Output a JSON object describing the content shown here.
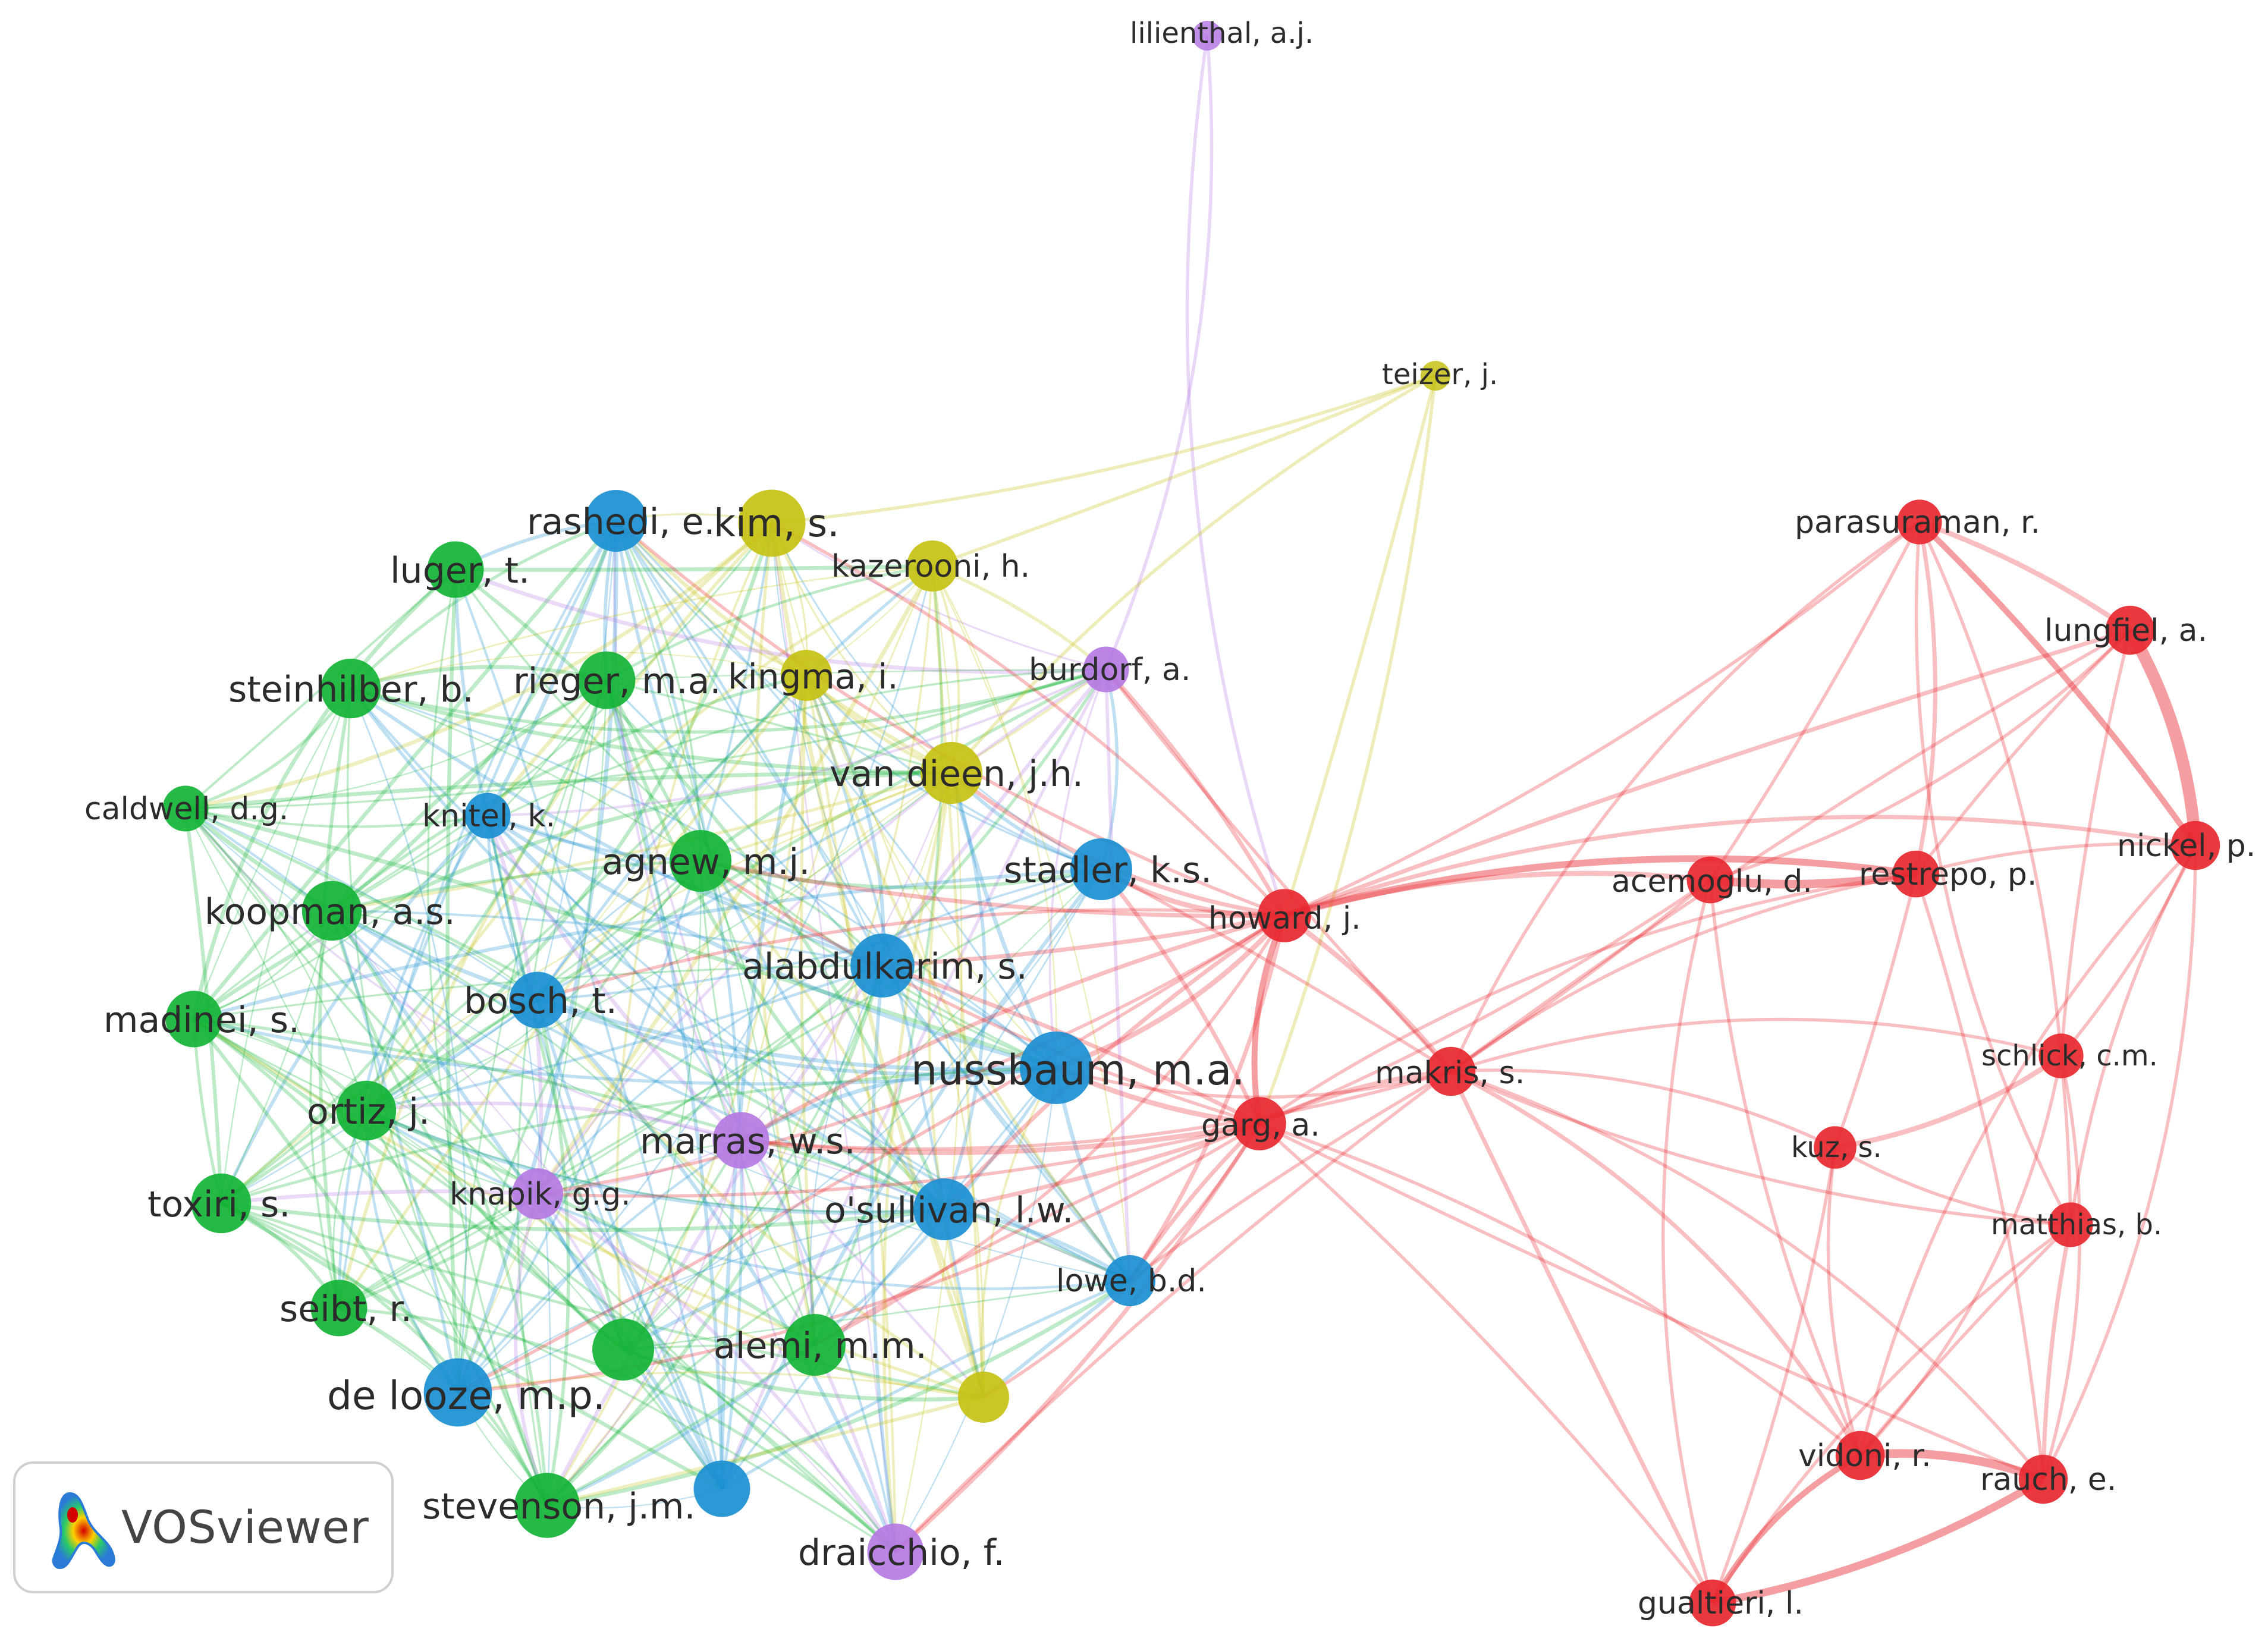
{
  "brand": {
    "name": "VOSviewer"
  },
  "clusters": {
    "red": "#e8272f",
    "green": "#12b335",
    "blue": "#1a8fd2",
    "yellow": "#c6c114",
    "purple": "#b57ae3"
  },
  "nodes": [
    {
      "id": "lilienthal",
      "label": "lilienthal, a.j.",
      "cluster": "purple",
      "weight": 1
    },
    {
      "id": "teizer",
      "label": "teizer, j.",
      "cluster": "yellow",
      "weight": 1
    },
    {
      "id": "rashedi",
      "label": "rashedi, e.",
      "cluster": "blue",
      "weight": 4
    },
    {
      "id": "kim",
      "label": "kim, s.",
      "cluster": "yellow",
      "weight": 4.5
    },
    {
      "id": "kazerooni",
      "label": "kazerooni, h.",
      "cluster": "yellow",
      "weight": 3
    },
    {
      "id": "luger",
      "label": "luger, t.",
      "cluster": "green",
      "weight": 3.5
    },
    {
      "id": "steinhilber",
      "label": "steinhilber, b.",
      "cluster": "green",
      "weight": 3.8
    },
    {
      "id": "rieger",
      "label": "rieger, m.a.",
      "cluster": "green",
      "weight": 3.6
    },
    {
      "id": "kingma",
      "label": "kingma, i.",
      "cluster": "yellow",
      "weight": 3
    },
    {
      "id": "burdorf",
      "label": "burdorf, a.",
      "cluster": "purple",
      "weight": 2.5
    },
    {
      "id": "vandieen",
      "label": "van dieen, j.h.",
      "cluster": "yellow",
      "weight": 4
    },
    {
      "id": "caldwell",
      "label": "caldwell, d.g.",
      "cluster": "green",
      "weight": 2.5
    },
    {
      "id": "knitel",
      "label": "knitel, k.",
      "cluster": "blue",
      "weight": 2.5
    },
    {
      "id": "agnew",
      "label": "agnew, m.j.",
      "cluster": "green",
      "weight": 4
    },
    {
      "id": "stadler",
      "label": "stadler, k.s.",
      "cluster": "blue",
      "weight": 4
    },
    {
      "id": "koopman",
      "label": "koopman, a.s.",
      "cluster": "green",
      "weight": 3.8
    },
    {
      "id": "alabdulkarim",
      "label": "alabdulkarim, s.",
      "cluster": "blue",
      "weight": 4.2
    },
    {
      "id": "bosch",
      "label": "bosch, t.",
      "cluster": "blue",
      "weight": 3.5
    },
    {
      "id": "madinei",
      "label": "madinei, s.",
      "cluster": "green",
      "weight": 3.5
    },
    {
      "id": "nussbaum",
      "label": "nussbaum, m.a.",
      "cluster": "blue",
      "weight": 5
    },
    {
      "id": "ortiz",
      "label": "ortiz, j.",
      "cluster": "green",
      "weight": 3.8
    },
    {
      "id": "marras",
      "label": "marras, w.s.",
      "cluster": "purple",
      "weight": 3.5
    },
    {
      "id": "knapik",
      "label": "knapik, g.g.",
      "cluster": "purple",
      "weight": 3
    },
    {
      "id": "toxiri",
      "label": "toxiri, s.",
      "cluster": "green",
      "weight": 3.8
    },
    {
      "id": "osullivan",
      "label": "o'sullivan, l.w.",
      "cluster": "blue",
      "weight": 4
    },
    {
      "id": "lowe",
      "label": "lowe, b.d.",
      "cluster": "blue",
      "weight": 3
    },
    {
      "id": "seibt",
      "label": "seibt, r.",
      "cluster": "green",
      "weight": 3.5
    },
    {
      "id": "unlabeled_green",
      "label": "",
      "cluster": "green",
      "weight": 4
    },
    {
      "id": "alemi",
      "label": "alemi, m.m.",
      "cluster": "green",
      "weight": 4
    },
    {
      "id": "delooze",
      "label": "de looze, m.p.",
      "cluster": "blue",
      "weight": 4.6
    },
    {
      "id": "unlabeled_yellow",
      "label": "",
      "cluster": "yellow",
      "weight": 3
    },
    {
      "id": "unlabeled_blue",
      "label": "",
      "cluster": "blue",
      "weight": 3.5
    },
    {
      "id": "stevenson",
      "label": "stevenson, j.m.",
      "cluster": "green",
      "weight": 4.3
    },
    {
      "id": "draicchio",
      "label": "draicchio, f.",
      "cluster": "purple",
      "weight": 3.5
    },
    {
      "id": "howard",
      "label": "howard, j.",
      "cluster": "red",
      "weight": 3.2
    },
    {
      "id": "makris",
      "label": "makris, s.",
      "cluster": "red",
      "weight": 2.8
    },
    {
      "id": "garg",
      "label": "garg, a.",
      "cluster": "red",
      "weight": 3.2
    },
    {
      "id": "parasuraman",
      "label": "parasuraman, r.",
      "cluster": "red",
      "weight": 2.4
    },
    {
      "id": "lungfiel",
      "label": "lungfiel, a.",
      "cluster": "red",
      "weight": 2.8
    },
    {
      "id": "nickel",
      "label": "nickel, p.",
      "cluster": "red",
      "weight": 2.8
    },
    {
      "id": "acemoglu",
      "label": "acemoglu, d.",
      "cluster": "red",
      "weight": 2.6
    },
    {
      "id": "restrepo",
      "label": "restrepo, p.",
      "cluster": "red",
      "weight": 2.6
    },
    {
      "id": "schlick",
      "label": "schlick, c.m.",
      "cluster": "red",
      "weight": 2.4
    },
    {
      "id": "kuz",
      "label": "kuz, s.",
      "cluster": "red",
      "weight": 2.2
    },
    {
      "id": "matthias",
      "label": "matthias, b.",
      "cluster": "red",
      "weight": 2.4
    },
    {
      "id": "vidoni",
      "label": "vidoni, r.",
      "cluster": "red",
      "weight": 2.8
    },
    {
      "id": "rauch",
      "label": "rauch, e.",
      "cluster": "red",
      "weight": 2.8
    },
    {
      "id": "gualtieri",
      "label": "gualtieri, l.",
      "cluster": "red",
      "weight": 2.6
    }
  ],
  "links": [
    [
      "lilienthal",
      "burdorf",
      1
    ],
    [
      "lilienthal",
      "howard",
      1
    ],
    [
      "teizer",
      "howard",
      1
    ],
    [
      "teizer",
      "kim",
      1
    ],
    [
      "teizer",
      "kazerooni",
      1
    ],
    [
      "teizer",
      "garg",
      1
    ],
    [
      "teizer",
      "vandieen",
      1
    ],
    [
      "parasuraman",
      "lungfiel",
      2
    ],
    [
      "parasuraman",
      "nickel",
      2.5
    ],
    [
      "parasuraman",
      "acemoglu",
      1
    ],
    [
      "parasuraman",
      "restrepo",
      1.5
    ],
    [
      "parasuraman",
      "schlick",
      1
    ],
    [
      "parasuraman",
      "howard",
      1
    ],
    [
      "parasuraman",
      "makris",
      1
    ],
    [
      "parasuraman",
      "matthias",
      1
    ],
    [
      "lungfiel",
      "nickel",
      6
    ],
    [
      "lungfiel",
      "restrepo",
      1
    ],
    [
      "lungfiel",
      "howard",
      1.5
    ],
    [
      "lungfiel",
      "schlick",
      1
    ],
    [
      "lungfiel",
      "makris",
      1
    ],
    [
      "lungfiel",
      "acemoglu",
      1
    ],
    [
      "nickel",
      "howard",
      1.5
    ],
    [
      "nickel",
      "restrepo",
      1
    ],
    [
      "nickel",
      "schlick",
      1
    ],
    [
      "nickel",
      "matthias",
      1
    ],
    [
      "nickel",
      "vidoni",
      1
    ],
    [
      "nickel",
      "rauch",
      1
    ],
    [
      "acemoglu",
      "restrepo",
      4
    ],
    [
      "acemoglu",
      "howard",
      2
    ],
    [
      "acemoglu",
      "makris",
      1
    ],
    [
      "acemoglu",
      "garg",
      1
    ],
    [
      "acemoglu",
      "vidoni",
      1
    ],
    [
      "acemoglu",
      "gualtieri",
      1
    ],
    [
      "restrepo",
      "howard",
      3
    ],
    [
      "restrepo",
      "garg",
      1
    ],
    [
      "restrepo",
      "makris",
      1
    ],
    [
      "restrepo",
      "rauch",
      1
    ],
    [
      "restrepo",
      "kuz",
      1
    ],
    [
      "schlick",
      "kuz",
      2
    ],
    [
      "schlick",
      "matthias",
      1
    ],
    [
      "schlick",
      "rauch",
      1
    ],
    [
      "schlick",
      "vidoni",
      1
    ],
    [
      "schlick",
      "makris",
      1
    ],
    [
      "kuz",
      "matthias",
      1
    ],
    [
      "kuz",
      "vidoni",
      1
    ],
    [
      "kuz",
      "makris",
      1
    ],
    [
      "kuz",
      "gualtieri",
      1
    ],
    [
      "matthias",
      "rauch",
      1.5
    ],
    [
      "matthias",
      "vidoni",
      1
    ],
    [
      "matthias",
      "gualtieri",
      1
    ],
    [
      "matthias",
      "makris",
      1
    ],
    [
      "vidoni",
      "rauch",
      4
    ],
    [
      "vidoni",
      "gualtieri",
      2.5
    ],
    [
      "vidoni",
      "makris",
      1.5
    ],
    [
      "vidoni",
      "garg",
      1
    ],
    [
      "rauch",
      "gualtieri",
      3.5
    ],
    [
      "rauch",
      "makris",
      1
    ],
    [
      "rauch",
      "garg",
      1
    ],
    [
      "gualtieri",
      "makris",
      1.5
    ],
    [
      "gualtieri",
      "garg",
      1
    ],
    [
      "howard",
      "makris",
      2
    ],
    [
      "howard",
      "garg",
      2.5
    ],
    [
      "garg",
      "makris",
      2
    ],
    [
      "howard",
      "stadler",
      2
    ],
    [
      "howard",
      "nussbaum",
      2
    ],
    [
      "howard",
      "alabdulkarim",
      1.5
    ],
    [
      "howard",
      "burdorf",
      1.5
    ],
    [
      "howard",
      "agnew",
      1.5
    ],
    [
      "howard",
      "osullivan",
      1.5
    ],
    [
      "howard",
      "marras",
      1.5
    ],
    [
      "howard",
      "vandieen",
      1.5
    ],
    [
      "howard",
      "kim",
      1
    ],
    [
      "howard",
      "rashedi",
      1
    ],
    [
      "howard",
      "lowe",
      1.5
    ],
    [
      "howard",
      "bosch",
      1
    ],
    [
      "howard",
      "delooze",
      1
    ],
    [
      "howard",
      "knapik",
      1
    ],
    [
      "howard",
      "alemi",
      1
    ],
    [
      "garg",
      "nussbaum",
      2
    ],
    [
      "garg",
      "marras",
      2
    ],
    [
      "garg",
      "osullivan",
      1.5
    ],
    [
      "garg",
      "lowe",
      1.5
    ],
    [
      "garg",
      "stadler",
      1.5
    ],
    [
      "garg",
      "alabdulkarim",
      1.5
    ],
    [
      "garg",
      "draicchio",
      1.5
    ],
    [
      "garg",
      "knapik",
      1
    ],
    [
      "garg",
      "agnew",
      1
    ],
    [
      "garg",
      "alemi",
      1
    ],
    [
      "garg",
      "unlabeled_yellow",
      1
    ],
    [
      "garg",
      "delooze",
      1
    ],
    [
      "makris",
      "nussbaum",
      1
    ],
    [
      "makris",
      "stadler",
      1
    ],
    [
      "makris",
      "lowe",
      1
    ],
    [
      "makris",
      "marras",
      1
    ],
    [
      "makris",
      "draicchio",
      1
    ],
    [
      "makris",
      "burdorf",
      1
    ]
  ]
}
